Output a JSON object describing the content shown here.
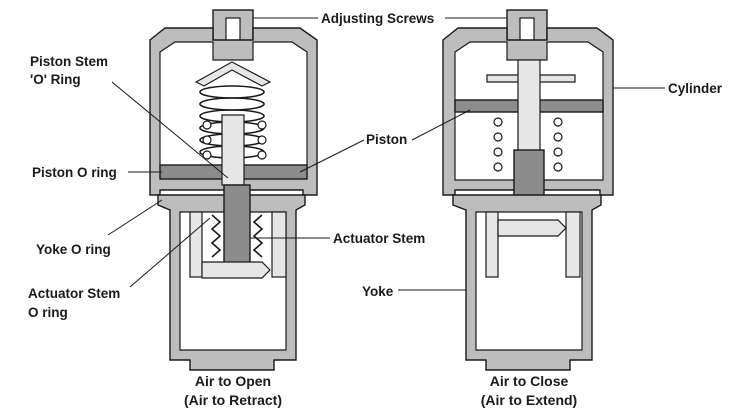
{
  "labels": {
    "adjusting_screws": "Adjusting Screws",
    "piston_stem_oring_line1": "Piston Stem",
    "piston_stem_oring_line2": "'O' Ring",
    "cylinder": "Cylinder",
    "piston": "Piston",
    "piston_oring": "Piston O ring",
    "yoke_oring": "Yoke O ring",
    "actuator_stem": "Actuator Stem",
    "actuator_stem_oring_line1": "Actuator Stem",
    "actuator_stem_oring_line2": "O ring",
    "yoke": "Yoke"
  },
  "captions": {
    "left_line1": "Air to Open",
    "left_line2": "(Air to Retract)",
    "right_line1": "Air to Close",
    "right_line2": "(Air to Extend)"
  },
  "colors": {
    "body": "#bdbdbd",
    "dark": "#8c8c8c",
    "line": "#1a1a1a"
  }
}
